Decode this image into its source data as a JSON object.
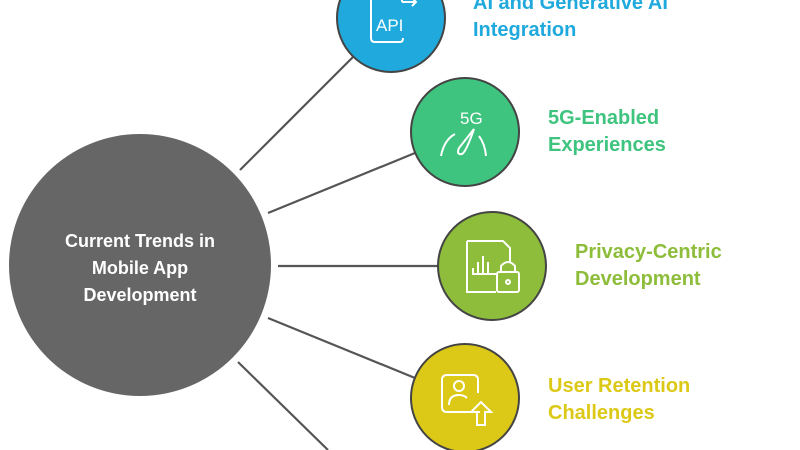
{
  "center": {
    "line1": "Current Trends in",
    "line2": "Mobile App",
    "line3": "Development",
    "color": "#666666"
  },
  "branches": [
    {
      "line1": "AI and Generative AI",
      "line2": "Integration",
      "icon": "api-icon",
      "icon_text": "API",
      "color": "#20a9dc"
    },
    {
      "line1": "5G-Enabled",
      "line2": "Experiences",
      "icon": "5g-speedometer-icon",
      "icon_text": "5G",
      "color": "#3ec47e"
    },
    {
      "line1": "Privacy-Centric",
      "line2": "Development",
      "icon": "document-lock-icon",
      "color": "#8dbd3a"
    },
    {
      "line1": "User Retention",
      "line2": "Challenges",
      "icon": "user-up-arrow-icon",
      "color": "#dcc917"
    }
  ]
}
